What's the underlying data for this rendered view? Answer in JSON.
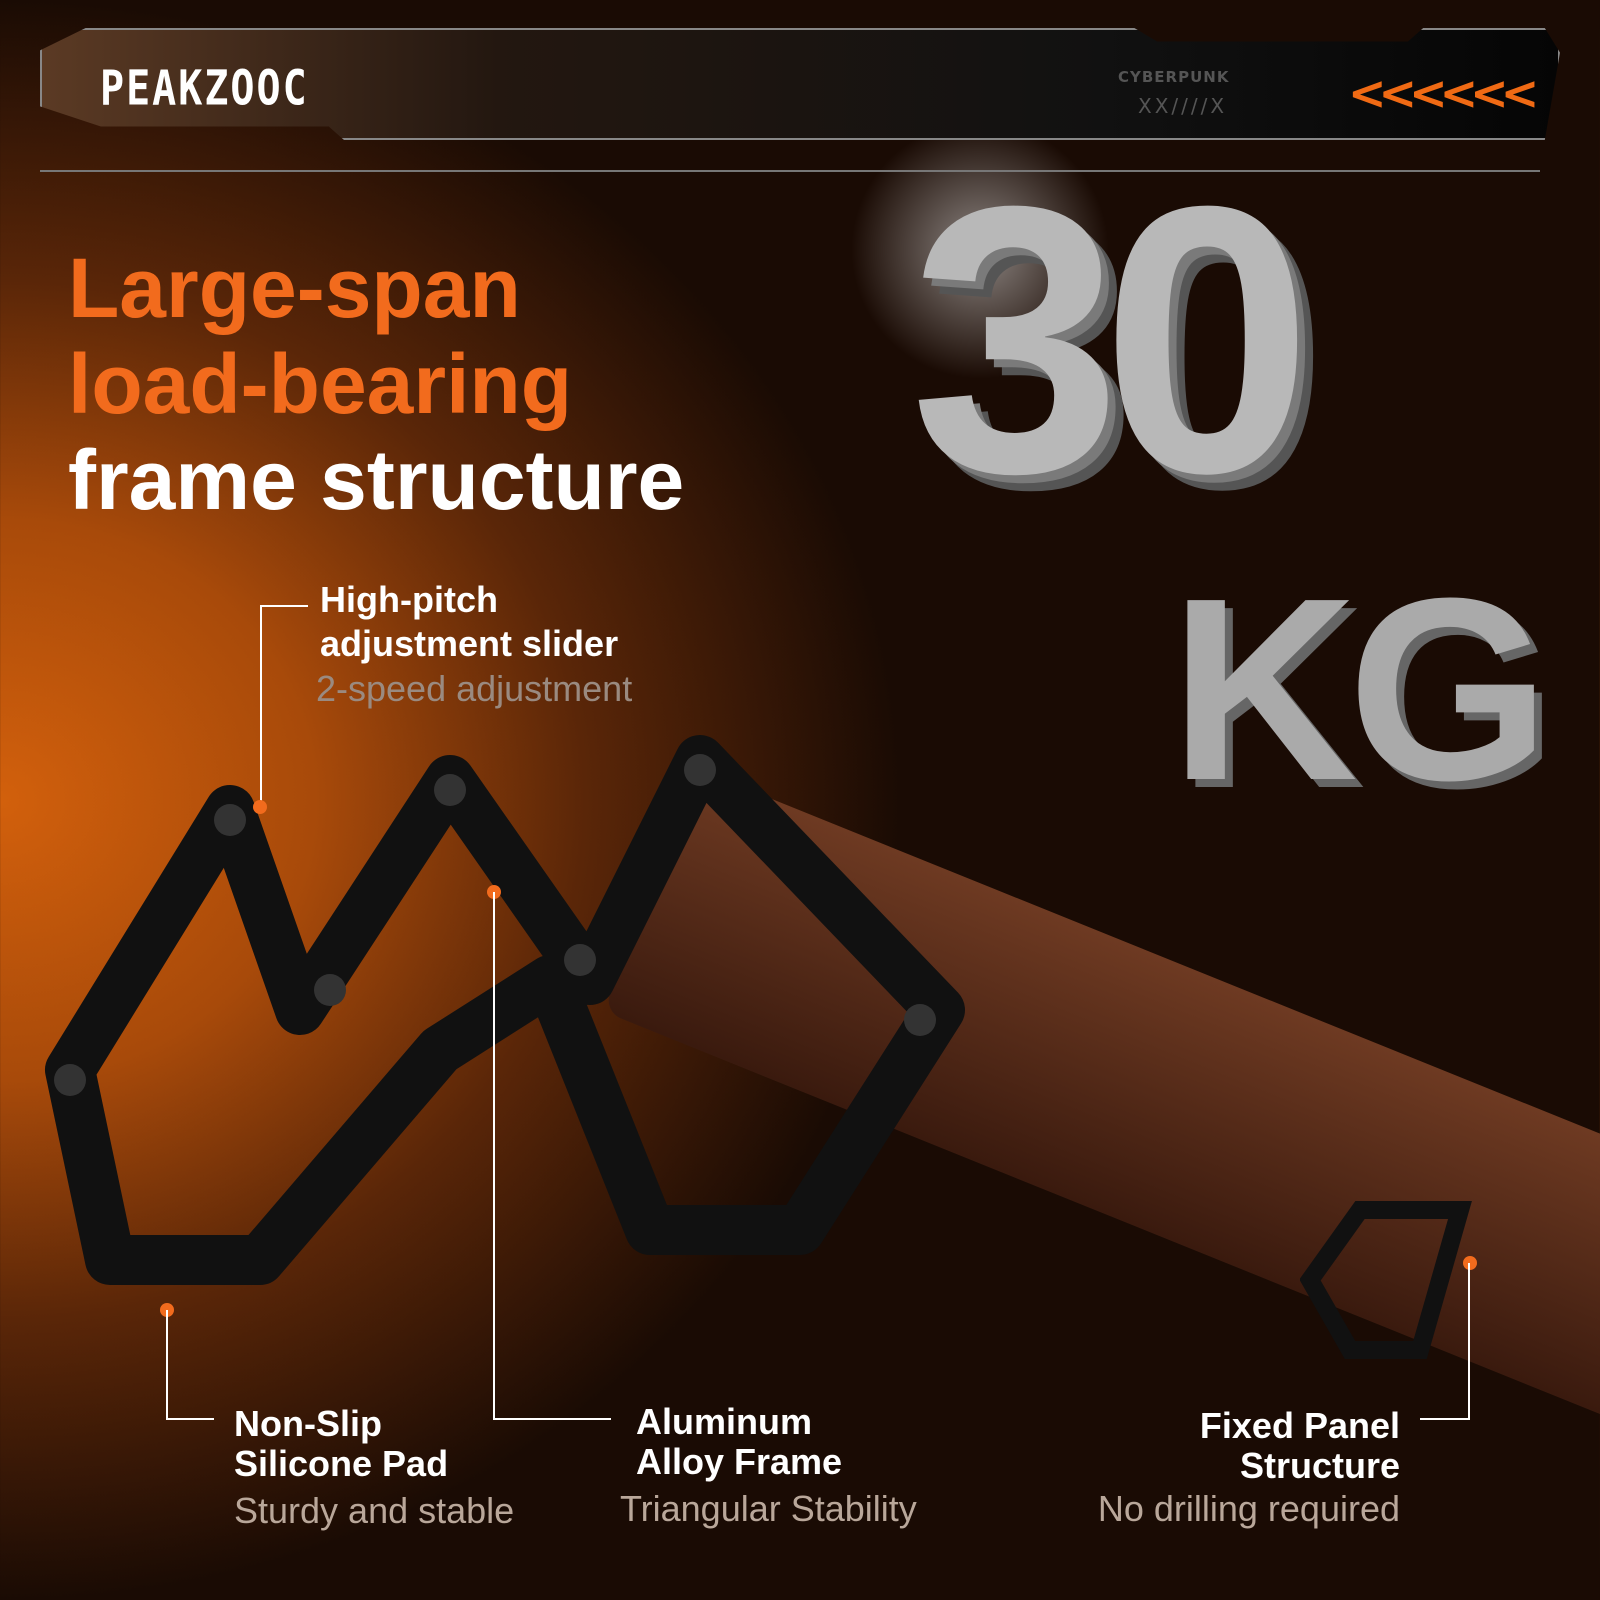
{
  "brand": {
    "logo": "PEAKZOOC",
    "tag": "CYBERPUNK",
    "marks": "XX////X",
    "chevrons": "<<<<<<"
  },
  "headline": {
    "line1": "Large-span",
    "line2": "load-bearing",
    "line3": "frame structure"
  },
  "hero_value": {
    "number": "30",
    "unit": "KG"
  },
  "callouts": [
    {
      "title_line1": "High-pitch",
      "title_line2": "adjustment slider",
      "subtitle": "2-speed adjustment"
    },
    {
      "title_line1": "Non-Slip",
      "title_line2": "Silicone Pad",
      "subtitle": "Sturdy and stable"
    },
    {
      "title_line1": "Aluminum",
      "title_line2": "Alloy Frame",
      "subtitle": "Triangular Stability"
    },
    {
      "title_line1": "Fixed Panel",
      "title_line2": "Structure",
      "subtitle": "No drilling required"
    }
  ],
  "colors": {
    "accent": "#f26b1d",
    "background": "#a84a0a",
    "text": "#ffffff",
    "subtext": "#b9a79a"
  }
}
